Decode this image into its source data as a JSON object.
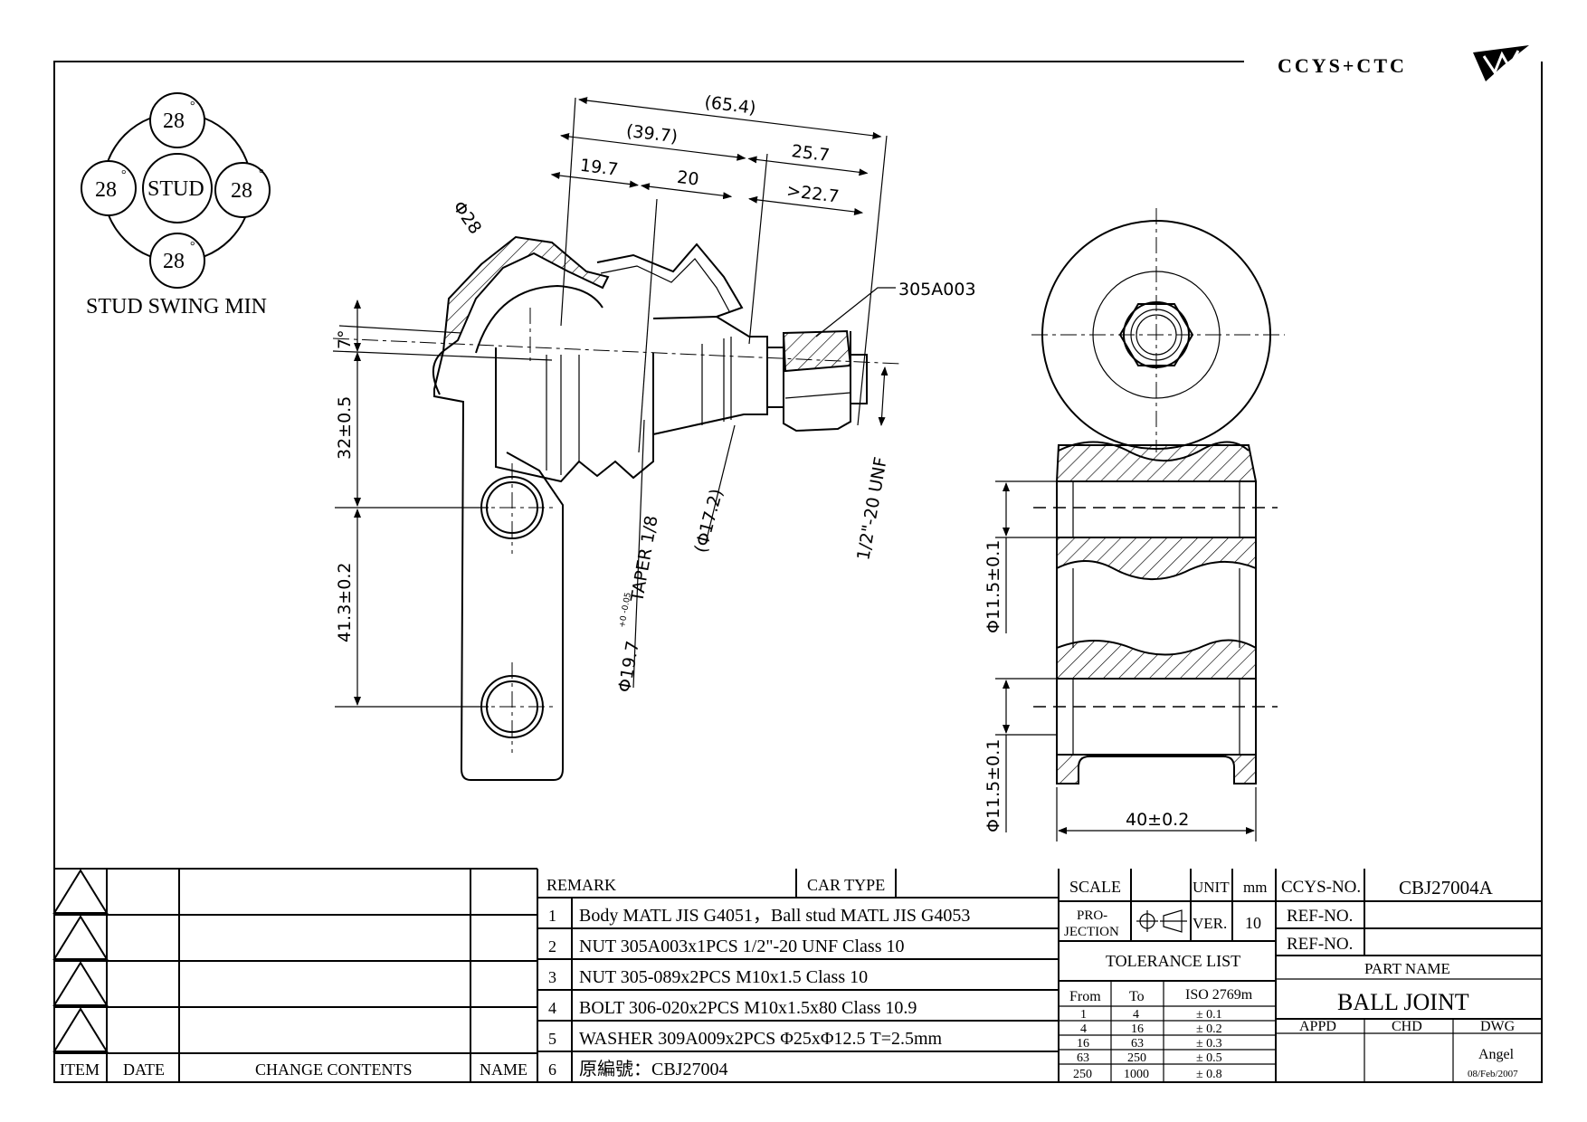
{
  "logo": {
    "text": "CCYS+CTC"
  },
  "swing": {
    "title": "STUD SWING MIN",
    "center": "STUD",
    "angles": [
      "28",
      "28",
      "28",
      "28"
    ],
    "degree_mark": "°"
  },
  "dims": {
    "overall": "(65.4)",
    "partial": "(39.7)",
    "right": "25.7",
    "d1": "19.7",
    "d2": "20",
    "thread_min": ">22.7",
    "ball_dia": "Φ28",
    "angle": "7°",
    "v1": "32±0.5",
    "v2": "41.3±0.2",
    "taper_dia": "Φ19.7",
    "taper_tol": "+0 -0.05",
    "taper": "TAPER 1/8",
    "shank": "(Φ17.2)",
    "thread": "1/2\"-20 UNF",
    "nut_ref": "305A003",
    "hole1": "Φ11.5±0.1",
    "hole2": "Φ11.5±0.1",
    "width": "40±0.2"
  },
  "revision": {
    "headers": {
      "item": "ITEM",
      "date": "DATE",
      "contents": "CHANGE CONTENTS",
      "name": "NAME"
    }
  },
  "remarks": {
    "header": "REMARK",
    "car_type": "CAR TYPE",
    "items": [
      {
        "no": "1",
        "text": "Body MATL JIS G4051，Ball stud MATL JIS G4053"
      },
      {
        "no": "2",
        "text": "NUT 305A003x1PCS 1/2\"-20 UNF Class 10"
      },
      {
        "no": "3",
        "text": "NUT 305-089x2PCS M10x1.5 Class 10"
      },
      {
        "no": "4",
        "text": "BOLT 306-020x2PCS M10x1.5x80 Class 10.9"
      },
      {
        "no": "5",
        "text": "WASHER 309A009x2PCS Φ25xΦ12.5 T=2.5mm"
      },
      {
        "no": "6",
        "text": "原編號：CBJ27004"
      }
    ]
  },
  "titleblock": {
    "scale": "SCALE",
    "unit": "UNIT",
    "unit_value": "mm",
    "projection": "PRO-",
    "projection2": "JECTION",
    "ver": "VER.",
    "ver_value": "10",
    "tolerance_title": "TOLERANCE LIST",
    "tol_headers": [
      "From",
      "To",
      "ISO 2769m"
    ],
    "tol_rows": [
      [
        "1",
        "4",
        "± 0.1"
      ],
      [
        "4",
        "16",
        "± 0.2"
      ],
      [
        "16",
        "63",
        "± 0.3"
      ],
      [
        "63",
        "250",
        "± 0.5"
      ],
      [
        "250",
        "1000",
        "± 0.8"
      ]
    ],
    "ccys_no_label": "CCYS-NO.",
    "ccys_no": "CBJ27004A",
    "ref_no1": "REF-NO.",
    "ref_no2": "REF-NO.",
    "part_name_label": "PART NAME",
    "part_name": "BALL JOINT",
    "appd": "APPD",
    "chd": "CHD",
    "dwg": "DWG",
    "drawer": "Angel",
    "date": "08/Feb/2007"
  }
}
